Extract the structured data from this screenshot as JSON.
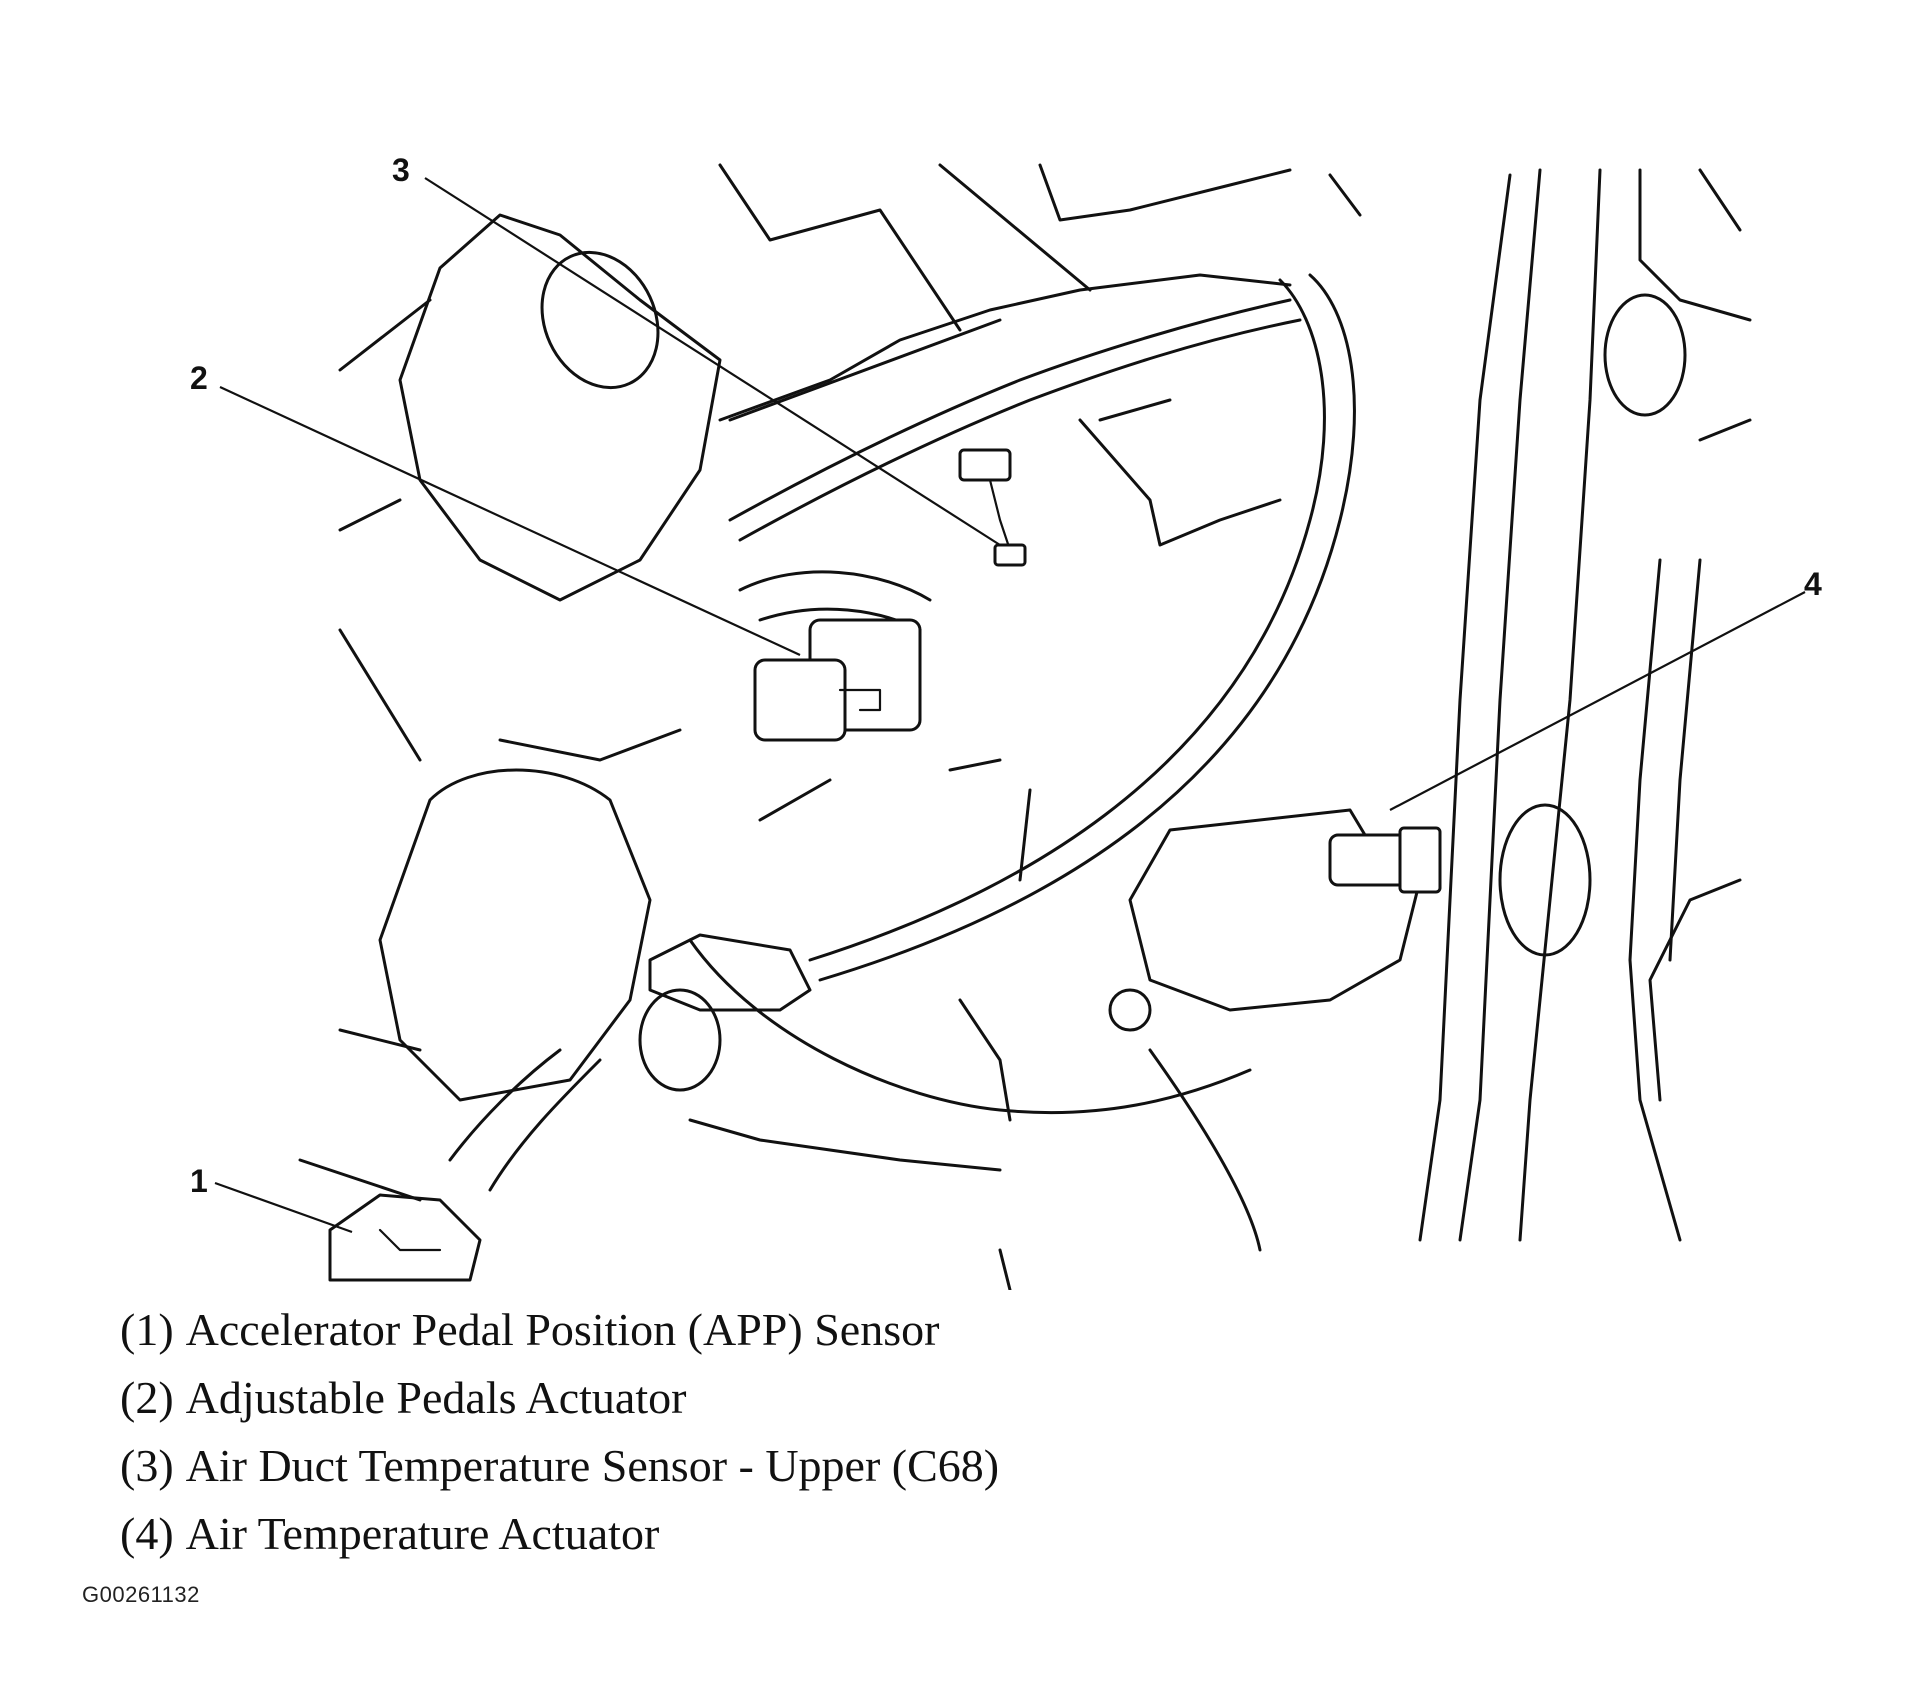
{
  "callouts": [
    {
      "id": "1",
      "label": "1"
    },
    {
      "id": "2",
      "label": "2"
    },
    {
      "id": "3",
      "label": "3"
    },
    {
      "id": "4",
      "label": "4"
    }
  ],
  "legend": [
    {
      "num": "(1)",
      "text": "Accelerator Pedal Position (APP) Sensor"
    },
    {
      "num": "(2)",
      "text": "Adjustable Pedals Actuator"
    },
    {
      "num": "(3)",
      "text": "Air Duct Temperature Sensor - Upper (C68)"
    },
    {
      "num": "(4)",
      "text": "Air Temperature Actuator"
    }
  ],
  "figure_id": "G00261132"
}
